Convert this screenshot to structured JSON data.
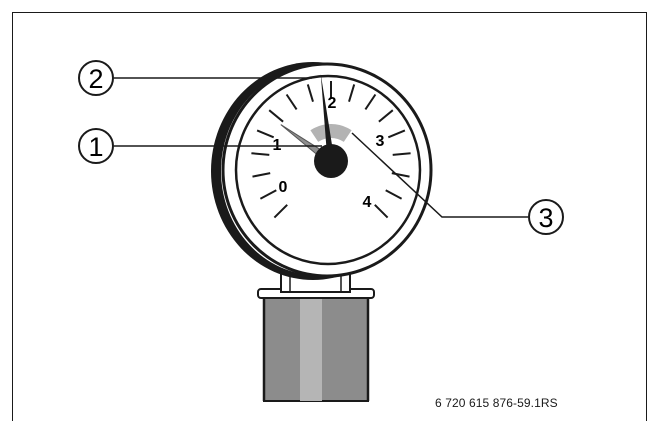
{
  "gauge": {
    "scale_labels": [
      "0",
      "1",
      "2",
      "3",
      "4"
    ],
    "pointer_reading": 1.9,
    "set_marker_reading": 1.2,
    "green_zone": [
      1.5,
      2.5
    ],
    "scale_max": 4
  },
  "callouts": [
    {
      "number": "1"
    },
    {
      "number": "2"
    },
    {
      "number": "3"
    }
  ],
  "figure_code": "6 720 615 876-59.1RS",
  "colors": {
    "ink": "#1a1a1a",
    "pipe_fill": "#8c8c8c",
    "pipe_highlight": "#b5b5b5",
    "green_zone": "#b3b3b3",
    "set_marker": "#8e8e8e"
  }
}
